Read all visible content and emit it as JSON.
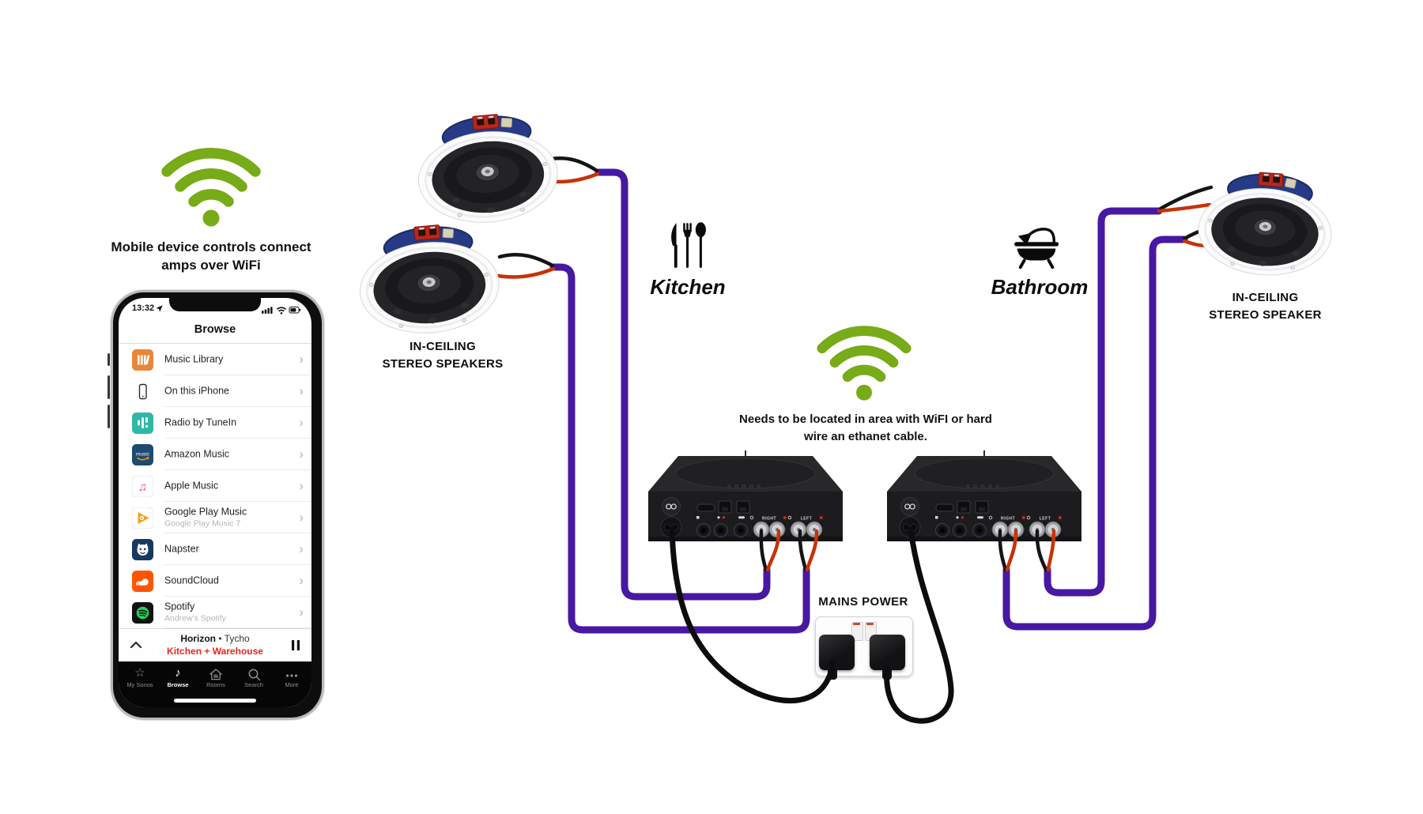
{
  "annotations": {
    "mobile_caption": "Mobile device controls connect\namps over WiFi",
    "wifi_note": "Needs to be located in area with WiFI or hard\nwire an ethanet cable.",
    "left_speakers_label": "IN-CEILING\nSTEREO SPEAKERS",
    "right_speaker_label": "IN-CEILING\nSTEREO SPEAKER",
    "kitchen_label": "Kitchen",
    "bathroom_label": "Bathroom",
    "mains_power_label": "MAINS POWER"
  },
  "phone": {
    "status_time": "13:32",
    "nav_title": "Browse",
    "services": [
      {
        "label": "Music Library"
      },
      {
        "label": "On this iPhone"
      },
      {
        "label": "Radio by TuneIn"
      },
      {
        "label": "Amazon Music"
      },
      {
        "label": "Apple Music"
      },
      {
        "label": "Google Play Music",
        "sublabel": "Google Play Music 7"
      },
      {
        "label": "Napster"
      },
      {
        "label": "SoundCloud"
      },
      {
        "label": "Spotify",
        "sublabel": "Andrew's Spotify"
      }
    ],
    "amazon_tile_text": "music",
    "now_playing": {
      "track": "Horizon",
      "artist": "• Tycho",
      "rooms": "Kitchen + Warehouse"
    },
    "tabs": [
      {
        "label": "My Sonos"
      },
      {
        "label": "Browse"
      },
      {
        "label": "Rooms"
      },
      {
        "label": "Search"
      },
      {
        "label": "More"
      }
    ]
  },
  "amps": {
    "brand": "sonos",
    "right_label": "RIGHT",
    "left_label": "LEFT"
  },
  "colors": {
    "wifi_green": "#77ab17",
    "cable_purple": "#4718a2",
    "wire_red": "#c63306",
    "wire_black": "#0d0d0f",
    "now_playing_red": "#e8261f"
  }
}
